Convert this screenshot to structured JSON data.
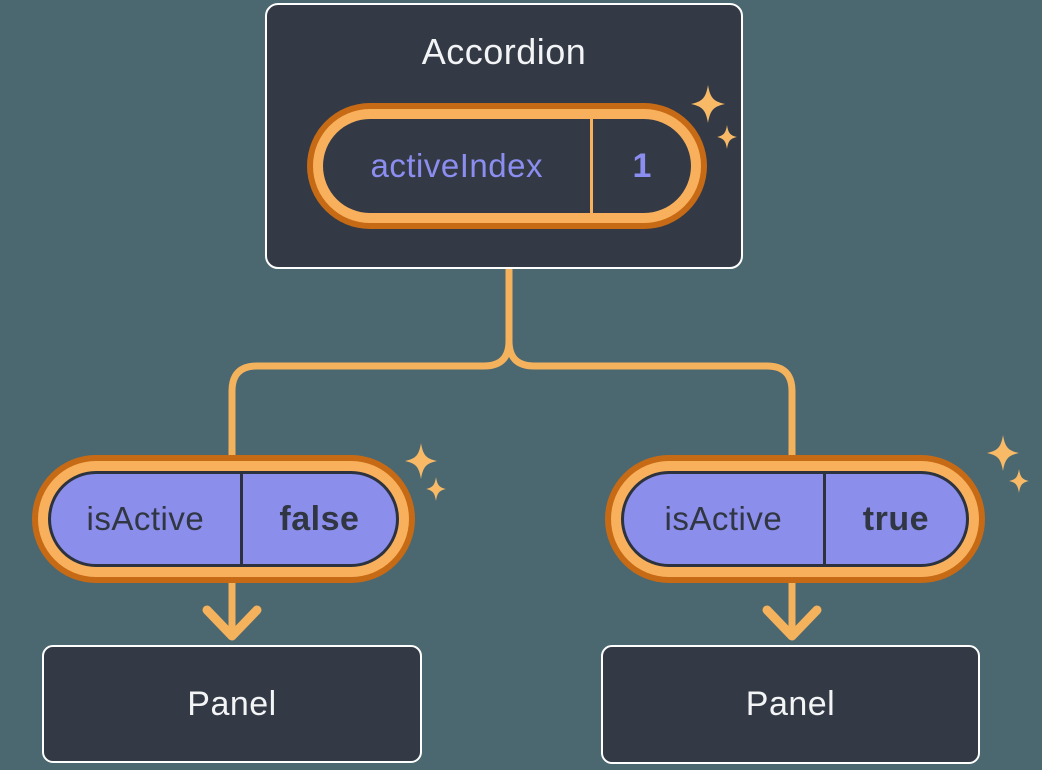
{
  "colors": {
    "bg": "#4B6770",
    "card-bg": "#333A45",
    "card-border": "#FFFFFF",
    "text-light": "#F3F4F6",
    "accent-orange": "#F4B25C",
    "ring-dark": "#C76A15",
    "ring-light": "#F8B05C",
    "sparkle": "#F8BA66",
    "purple-fill": "#8B8EEB",
    "purple-text": "#8B8EF0",
    "dark-text": "#313742",
    "dark-line": "#2D333E"
  },
  "icons": {
    "sparkle": "four-pointed-star",
    "arrow": "arrow-down"
  },
  "tree": {
    "root": {
      "title": "Accordion",
      "state": {
        "name": "activeIndex",
        "value": "1"
      }
    },
    "children": [
      {
        "prop": {
          "name": "isActive",
          "value": "false"
        },
        "panel_label": "Panel"
      },
      {
        "prop": {
          "name": "isActive",
          "value": "true"
        },
        "panel_label": "Panel"
      }
    ]
  }
}
